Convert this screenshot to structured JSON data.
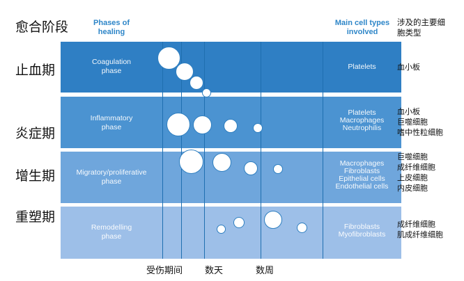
{
  "header": {
    "stage_cn": "愈合阶段",
    "phases_en": [
      "Phases of",
      "healing"
    ],
    "cells_en": [
      "Main cell types",
      "involved"
    ],
    "cells_cn": [
      "涉及的主要细",
      "胞类型"
    ]
  },
  "stages": [
    {
      "label_cn": "止血期",
      "phase_en": [
        "Coagulation",
        "phase"
      ],
      "cells_en": [
        "Platelets"
      ],
      "cells_cn": [
        "血小板"
      ]
    },
    {
      "label_cn": "炎症期",
      "phase_en": [
        "Inflammatory",
        "phase"
      ],
      "cells_en": [
        "Platelets",
        "Macrophages",
        "Neutrophilis"
      ],
      "cells_cn": [
        "血小板",
        "巨噬细胞",
        "嗜中性粒细胞"
      ]
    },
    {
      "label_cn": "增生期",
      "phase_en": [
        "Migratory/proliferative",
        "phase"
      ],
      "cells_en": [
        "Macrophages",
        "Fibroblasts",
        "Epithelial cells",
        "Endothelial cells"
      ],
      "cells_cn": [
        "巨噬细胞",
        "成纤维细胞",
        "上皮细胞",
        "内皮细胞"
      ]
    },
    {
      "label_cn": "重塑期",
      "phase_en": [
        "Remodelling",
        "phase"
      ],
      "cells_en": [
        "Fibroblasts",
        "Myofibroblasts"
      ],
      "cells_cn": [
        "成纤维细胞",
        "肌成纤维细胞"
      ]
    }
  ],
  "timeline": [
    "受伤期间",
    "数天",
    "数周"
  ],
  "colors": {
    "band_1": "#2f7fc4",
    "band_2": "#4b93d1",
    "band_3": "#6fa6dc",
    "band_4": "#9dbfe8",
    "header_blue": "#2e86c8"
  }
}
